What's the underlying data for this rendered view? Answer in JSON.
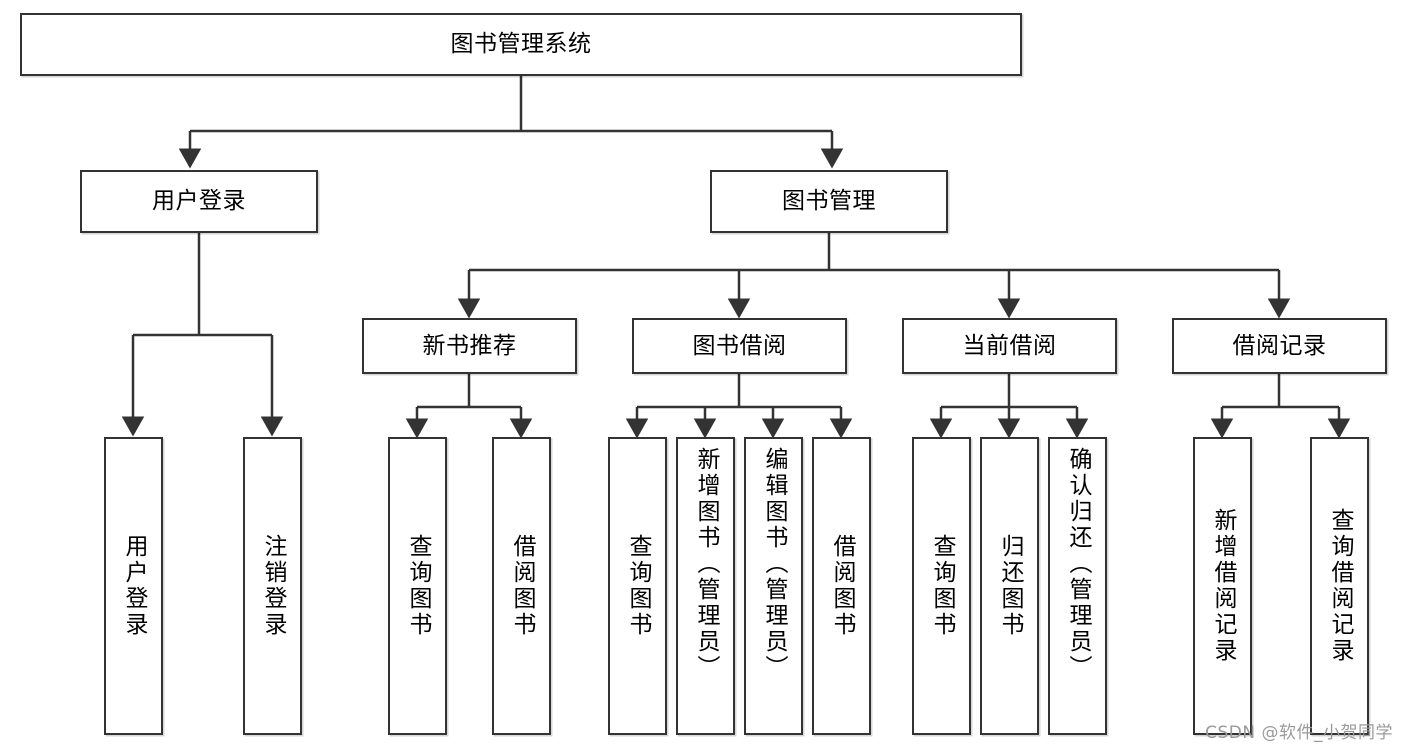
{
  "diagram": {
    "type": "tree-hierarchy-chart",
    "title": "图书管理系统",
    "root": {
      "id": "root",
      "label": "图书管理系统"
    },
    "level2": [
      {
        "id": "user-login",
        "label": "用户登录"
      },
      {
        "id": "book-management",
        "label": "图书管理"
      }
    ],
    "level3": [
      {
        "id": "new-book-recommend",
        "label": "新书推荐",
        "parent": "book-management"
      },
      {
        "id": "book-borrow",
        "label": "图书借阅",
        "parent": "book-management"
      },
      {
        "id": "current-borrow",
        "label": "当前借阅",
        "parent": "book-management"
      },
      {
        "id": "borrow-record",
        "label": "借阅记录",
        "parent": "book-management"
      }
    ],
    "leaves": [
      {
        "id": "leaf-user-login",
        "label": "用户登录",
        "parent": "user-login"
      },
      {
        "id": "leaf-logout-login",
        "label": "注销登录",
        "parent": "user-login"
      },
      {
        "id": "leaf-query-book-1",
        "label": "查询图书",
        "parent": "new-book-recommend"
      },
      {
        "id": "leaf-borrow-book-1",
        "label": "借阅图书",
        "parent": "new-book-recommend"
      },
      {
        "id": "leaf-query-book-2",
        "label": "查询图书",
        "parent": "book-borrow"
      },
      {
        "id": "leaf-add-book",
        "label": "新增图书（管理员）",
        "parent": "book-borrow"
      },
      {
        "id": "leaf-edit-book",
        "label": "编辑图书（管理员）",
        "parent": "book-borrow"
      },
      {
        "id": "leaf-borrow-book-2",
        "label": "借阅图书",
        "parent": "book-borrow"
      },
      {
        "id": "leaf-query-book-3",
        "label": "查询图书",
        "parent": "current-borrow"
      },
      {
        "id": "leaf-return-book",
        "label": "归还图书",
        "parent": "current-borrow"
      },
      {
        "id": "leaf-confirm-return",
        "label": "确认归还（管理员）",
        "parent": "current-borrow"
      },
      {
        "id": "leaf-add-record",
        "label": "新增借阅记录",
        "parent": "borrow-record"
      },
      {
        "id": "leaf-query-record",
        "label": "查询借阅记录",
        "parent": "borrow-record"
      }
    ],
    "watermark": "CSDN @软件_小贺同学",
    "colors": {
      "box_border": "#333333",
      "box_fill": "#ffffff",
      "connector": "#333333",
      "text": "#000000",
      "watermark": "#9a9a9a",
      "background": "#ffffff"
    }
  }
}
